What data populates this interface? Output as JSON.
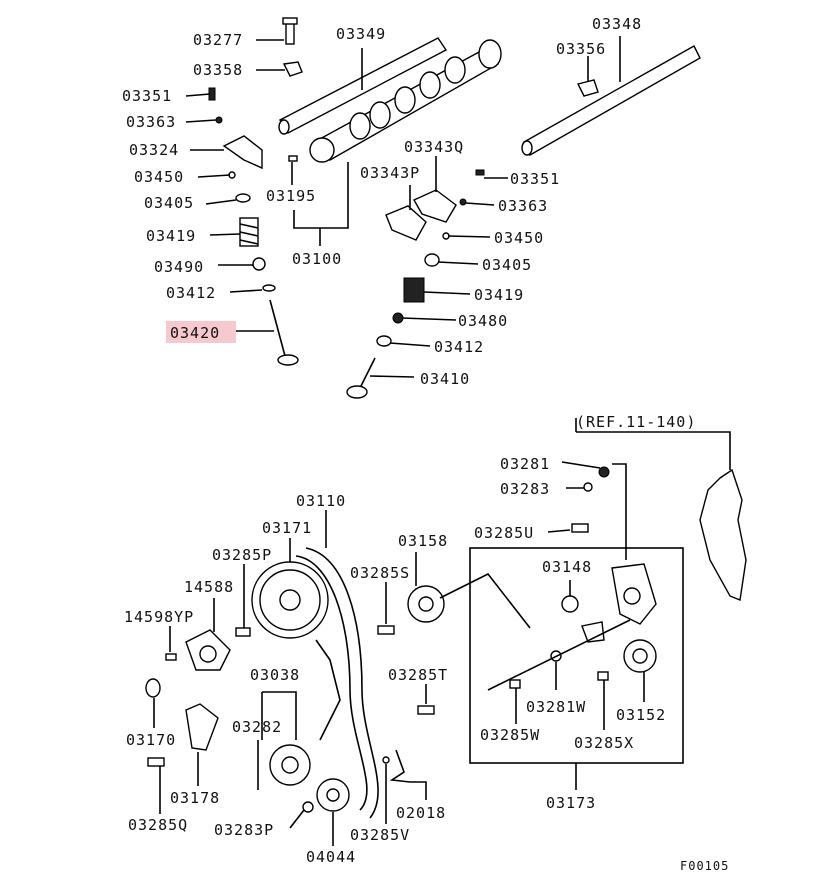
{
  "diagram": {
    "highlight_color": "#f6c9cf",
    "footer_code": "F00105",
    "ref_label": "(REF.11-140)",
    "labels": {
      "l03277": "03277",
      "l03349": "03349",
      "l03348": "03348",
      "l03358": "03358",
      "l03356": "03356",
      "l03351a": "03351",
      "l03363a": "03363",
      "l03324": "03324",
      "l03450a": "03450",
      "l03405a": "03405",
      "l03419a": "03419",
      "l03490": "03490",
      "l03412a": "03412",
      "l03420": "03420",
      "l03195": "03195",
      "l03100": "03100",
      "l03343Q": "03343Q",
      "l03343P": "03343P",
      "l03351b": "03351",
      "l03363b": "03363",
      "l03450b": "03450",
      "l03405b": "03405",
      "l03419b": "03419",
      "l03480": "03480",
      "l03412b": "03412",
      "l03410": "03410",
      "l03281": "03281",
      "l03283": "03283",
      "l03110": "03110",
      "l03171": "03171",
      "l03285U": "03285U",
      "l03158": "03158",
      "l03285P": "03285P",
      "l14588": "14588",
      "l03285S": "03285S",
      "l03148": "03148",
      "l14598YP": "14598YP",
      "l03038": "03038",
      "l03285T": "03285T",
      "l03282": "03282",
      "l03281W": "03281W",
      "l03152": "03152",
      "l03170": "03170",
      "l03285W": "03285W",
      "l03285X": "03285X",
      "l03178": "03178",
      "l03173": "03173",
      "l02018": "02018",
      "l03285Q": "03285Q",
      "l03283P": "03283P",
      "l03285V": "03285V",
      "l04044": "04044"
    }
  }
}
